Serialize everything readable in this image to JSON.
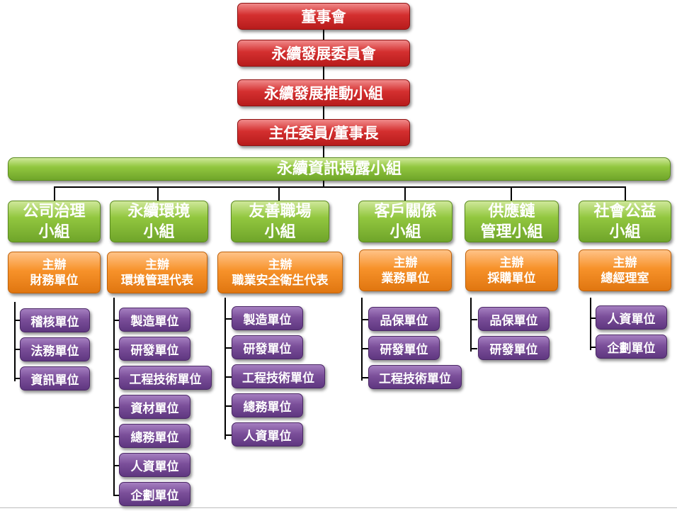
{
  "chain": [
    {
      "id": "board",
      "label": "董事會"
    },
    {
      "id": "committee",
      "label": "永續發展委員會"
    },
    {
      "id": "promotion",
      "label": "永續發展推動小組"
    },
    {
      "id": "chair",
      "label": "主任委員/董事長"
    }
  ],
  "disclosure": {
    "label": "永續資訊揭露小組"
  },
  "groups": [
    {
      "id": "governance",
      "label": "公司治理\n小組",
      "lead": "主辦\n財務單位",
      "units": [
        "稽核單位",
        "法務單位",
        "資訊單位"
      ]
    },
    {
      "id": "environment",
      "label": "永續環境\n小組",
      "lead": "主辦\n環境管理代表",
      "units": [
        "製造單位",
        "研發單位",
        "工程技術單位",
        "資材單位",
        "總務單位",
        "人資單位",
        "企劃單位"
      ]
    },
    {
      "id": "workplace",
      "label": "友善職場\n小組",
      "lead": "主辦\n職業安全衛生代表",
      "units": [
        "製造單位",
        "研發單位",
        "工程技術單位",
        "總務單位",
        "人資單位"
      ]
    },
    {
      "id": "customer",
      "label": "客戶關係\n小組",
      "lead": "主辦\n業務單位",
      "units": [
        "品保單位",
        "研發單位",
        "工程技術單位"
      ]
    },
    {
      "id": "supply",
      "label": "供應鏈\n管理小組",
      "lead": "主辦\n採購單位",
      "units": [
        "品保單位",
        "研發單位"
      ]
    },
    {
      "id": "social",
      "label": "社會公益\n小組",
      "lead": "主辦\n總經理室",
      "units": [
        "人資單位",
        "企劃單位"
      ]
    }
  ]
}
